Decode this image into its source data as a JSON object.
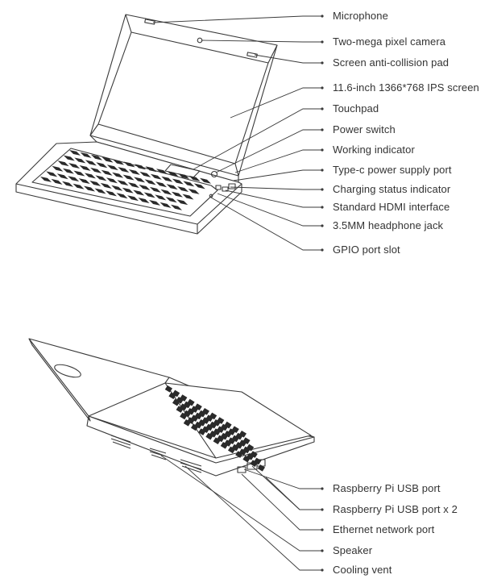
{
  "top_labels": [
    "Microphone",
    "Two-mega pixel camera",
    "Screen anti-collision pad",
    "11.6-inch 1366*768 IPS screen",
    "Touchpad",
    "Power switch",
    "Working indicator",
    "Type-c power supply port",
    "Charging status indicator",
    "Standard HDMI interface",
    "3.5MM headphone jack",
    "GPIO port slot"
  ],
  "bottom_labels": [
    "Raspberry Pi USB port",
    "Raspberry Pi USB port x 2",
    "Ethernet network port",
    "Speaker",
    "Cooling vent"
  ],
  "colors": {
    "line": "#3a3a3a",
    "text": "#333333",
    "background": "#ffffff"
  }
}
